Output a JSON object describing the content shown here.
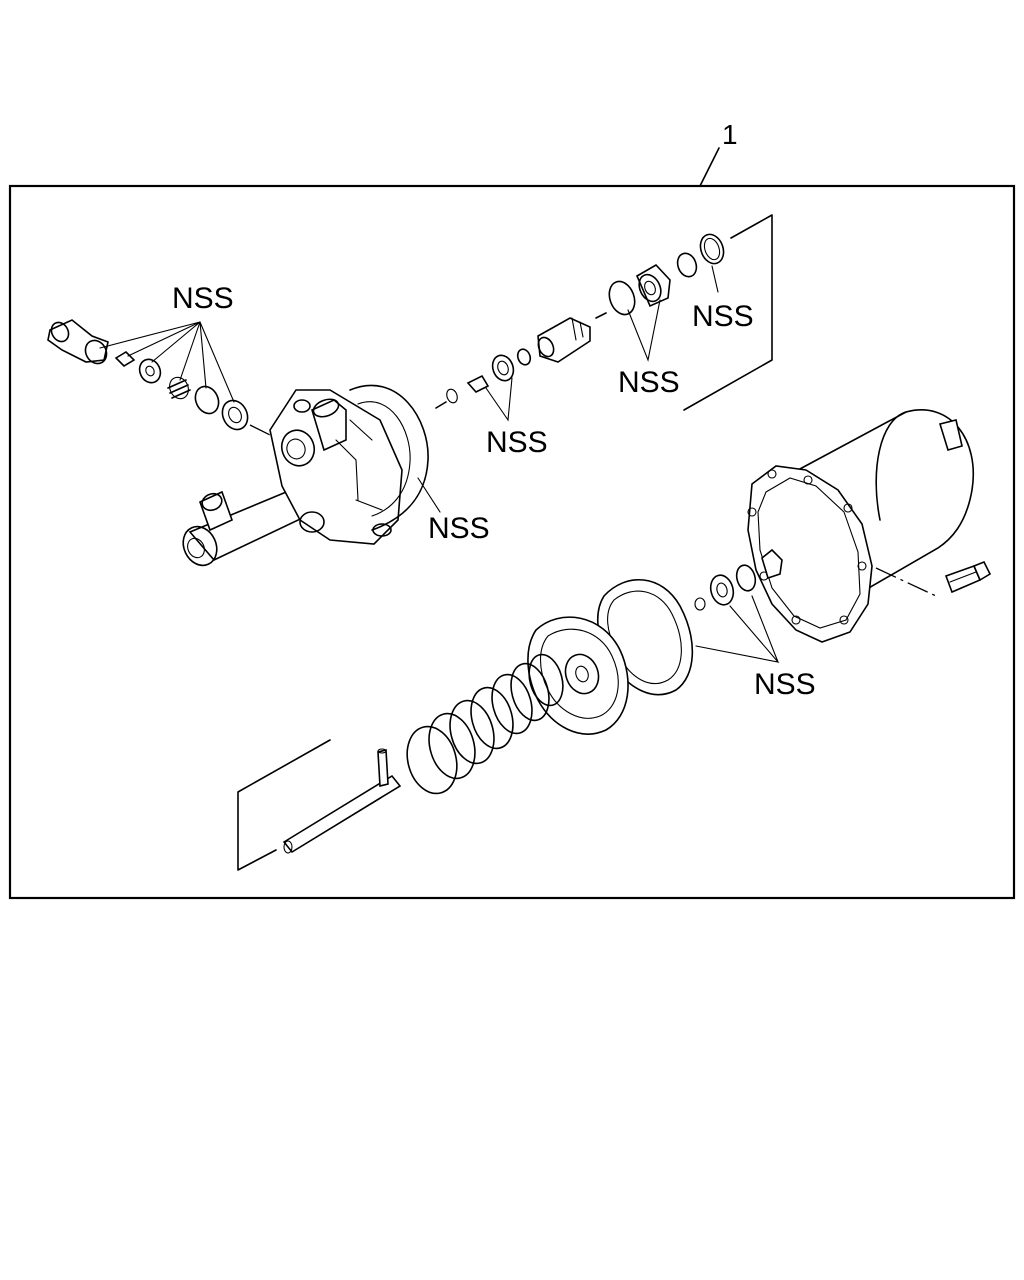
{
  "callout": {
    "number": "1"
  },
  "labels": {
    "nss_valve_kit": "NSS",
    "nss_snap_ring": "NSS",
    "nss_piston_seals": "NSS",
    "nss_small_seals": "NSS",
    "nss_housing_gasket": "NSS",
    "nss_diaphragm": "NSS"
  }
}
